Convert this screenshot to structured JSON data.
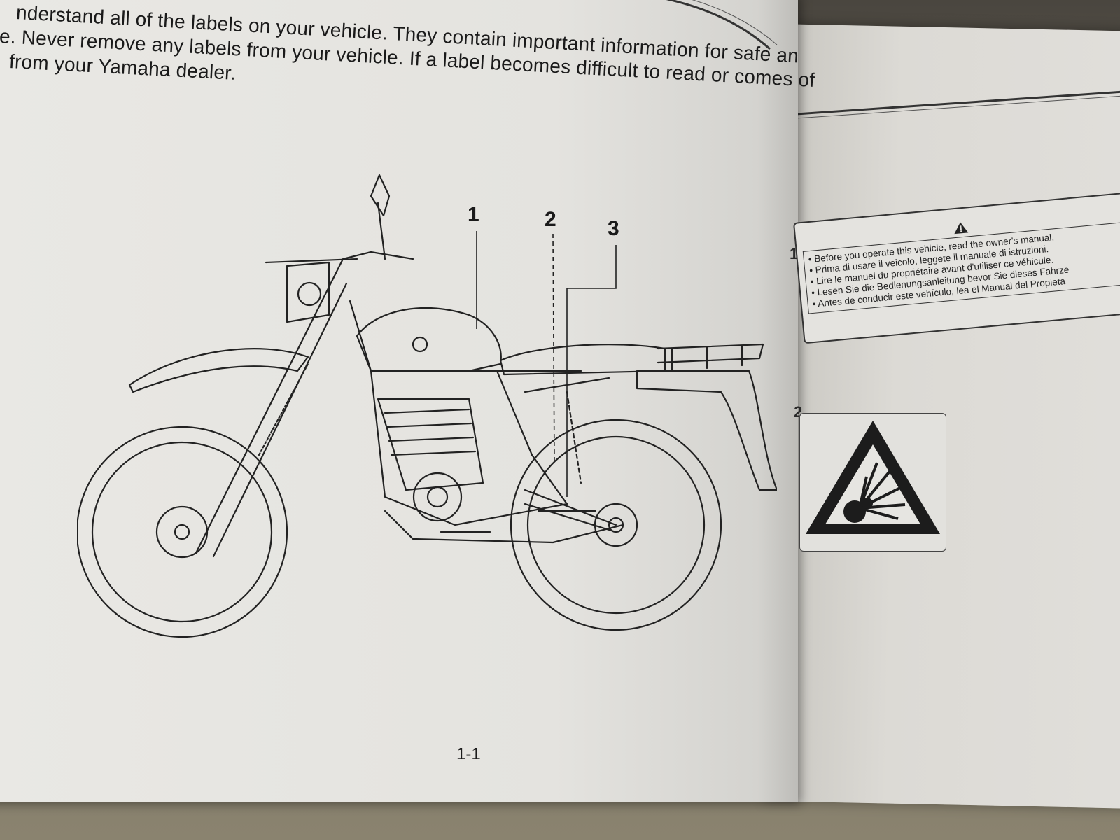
{
  "intro": {
    "line1": "nderstand all of the labels on your vehicle. They contain important information for safe an",
    "line2": "e. Never remove any labels from your vehicle. If a label becomes difficult to read or comes of",
    "line3": "from your Yamaha dealer."
  },
  "callouts": [
    "1",
    "2",
    "3"
  ],
  "page_number": "1-1",
  "labels": {
    "label1_number": "1",
    "label1_lines": [
      "• Before you operate this vehicle, read the owner's manual.",
      "• Prima di usare il veicolo, leggete il manuale di istruzioni.",
      "• Lire le manuel du propriétaire avant d'utiliser ce véhicule.",
      "• Lesen Sie die Bedienungsanleitung bevor Sie dieses Fahrze",
      "• Antes de conducir este vehículo, lea el Manual del Propieta"
    ],
    "label2_number": "2"
  },
  "icons": {
    "label1": "warning-triangle-icon",
    "label2": "explosion-hazard-icon"
  }
}
